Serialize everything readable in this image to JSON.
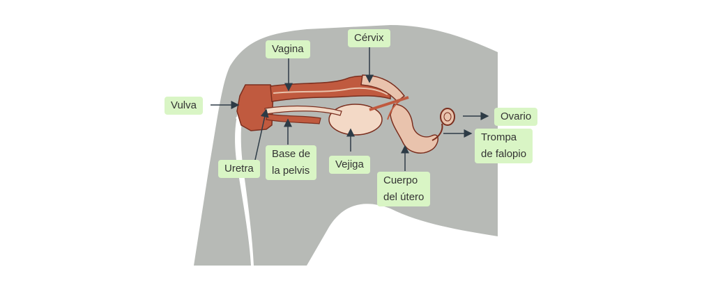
{
  "labels": {
    "vulva": "Vulva",
    "vagina": "Vagina",
    "cervix": "Cérvix",
    "ovario": "Ovario",
    "trompa": "Trompa\nde falopio",
    "uretra": "Uretra",
    "base_pelvis": "Base de\nla pelvis",
    "vejiga": "Vejiga",
    "cuerpo_utero": "Cuerpo\ndel útero"
  },
  "colors": {
    "body": "#b7bab6",
    "label_bg": "#d9f5c5",
    "muscle": "#c05a3f",
    "tissue": "#e9c3ad",
    "arrow": "#2d3b46"
  }
}
